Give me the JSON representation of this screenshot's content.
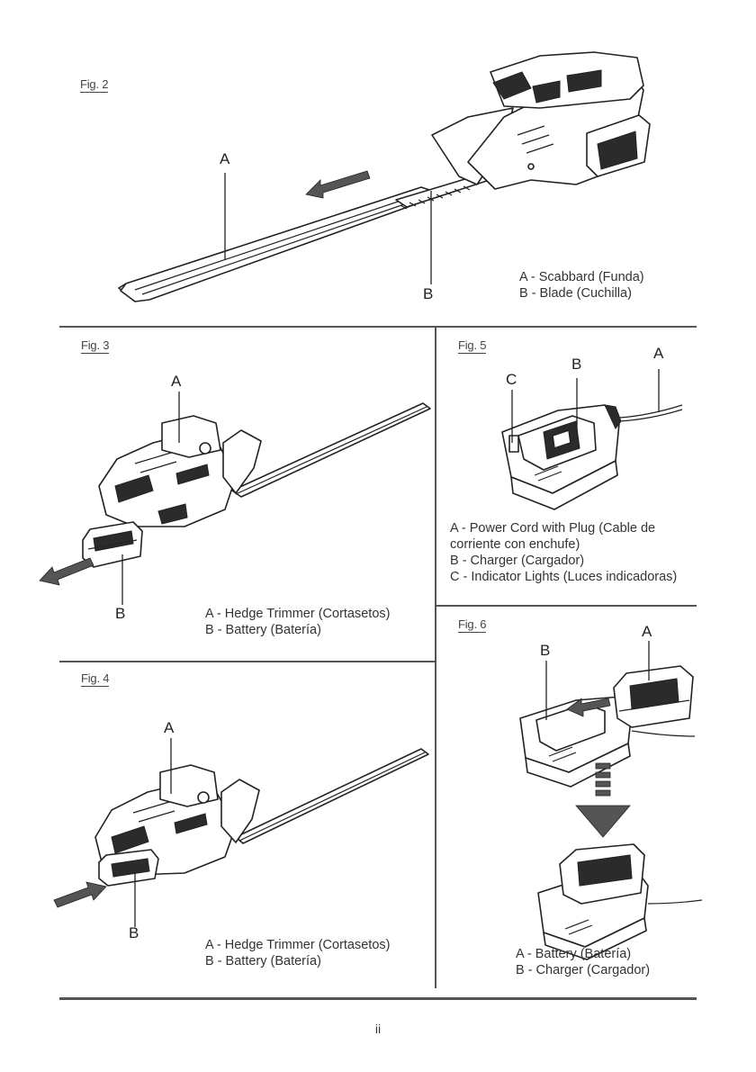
{
  "fig2": {
    "label": "Fig. 2",
    "callouts": {
      "a": "A",
      "b": "B"
    },
    "legend": [
      "A - Scabbard (Funda)",
      "B - Blade (Cuchilla)"
    ],
    "icons": [
      "hedge-trimmer",
      "scabbard",
      "arrow-left"
    ]
  },
  "fig3": {
    "label": "Fig. 3",
    "callouts": {
      "a": "A",
      "b": "B"
    },
    "legend": [
      "A - Hedge Trimmer (Cortasetos)",
      "B - Battery (Batería)"
    ],
    "icons": [
      "hedge-trimmer",
      "battery",
      "arrow-left"
    ]
  },
  "fig4": {
    "label": "Fig. 4",
    "callouts": {
      "a": "A",
      "b": "B"
    },
    "legend": [
      "A - Hedge Trimmer (Cortasetos)",
      "B - Battery (Batería)"
    ],
    "icons": [
      "hedge-trimmer",
      "battery",
      "arrow-right"
    ]
  },
  "fig5": {
    "label": "Fig. 5",
    "callouts": {
      "a": "A",
      "b": "B",
      "c": "C"
    },
    "legend": [
      "A - Power Cord with Plug (Cable de",
      "corriente con enchufe)",
      "B - Charger (Cargador)",
      "C - Indicator Lights (Luces indicadoras)"
    ],
    "icons": [
      "charger",
      "power-cord"
    ]
  },
  "fig6": {
    "label": "Fig. 6",
    "callouts": {
      "a": "A",
      "b": "B"
    },
    "legend": [
      "A - Battery (Batería)",
      "B - Charger (Cargador)"
    ],
    "icons": [
      "charger",
      "battery",
      "arrow-left",
      "arrow-down"
    ]
  },
  "page_number": "ii",
  "colors": {
    "ink": "#222222",
    "rule": "#555555",
    "arrow": "#555555",
    "paper": "#ffffff"
  }
}
